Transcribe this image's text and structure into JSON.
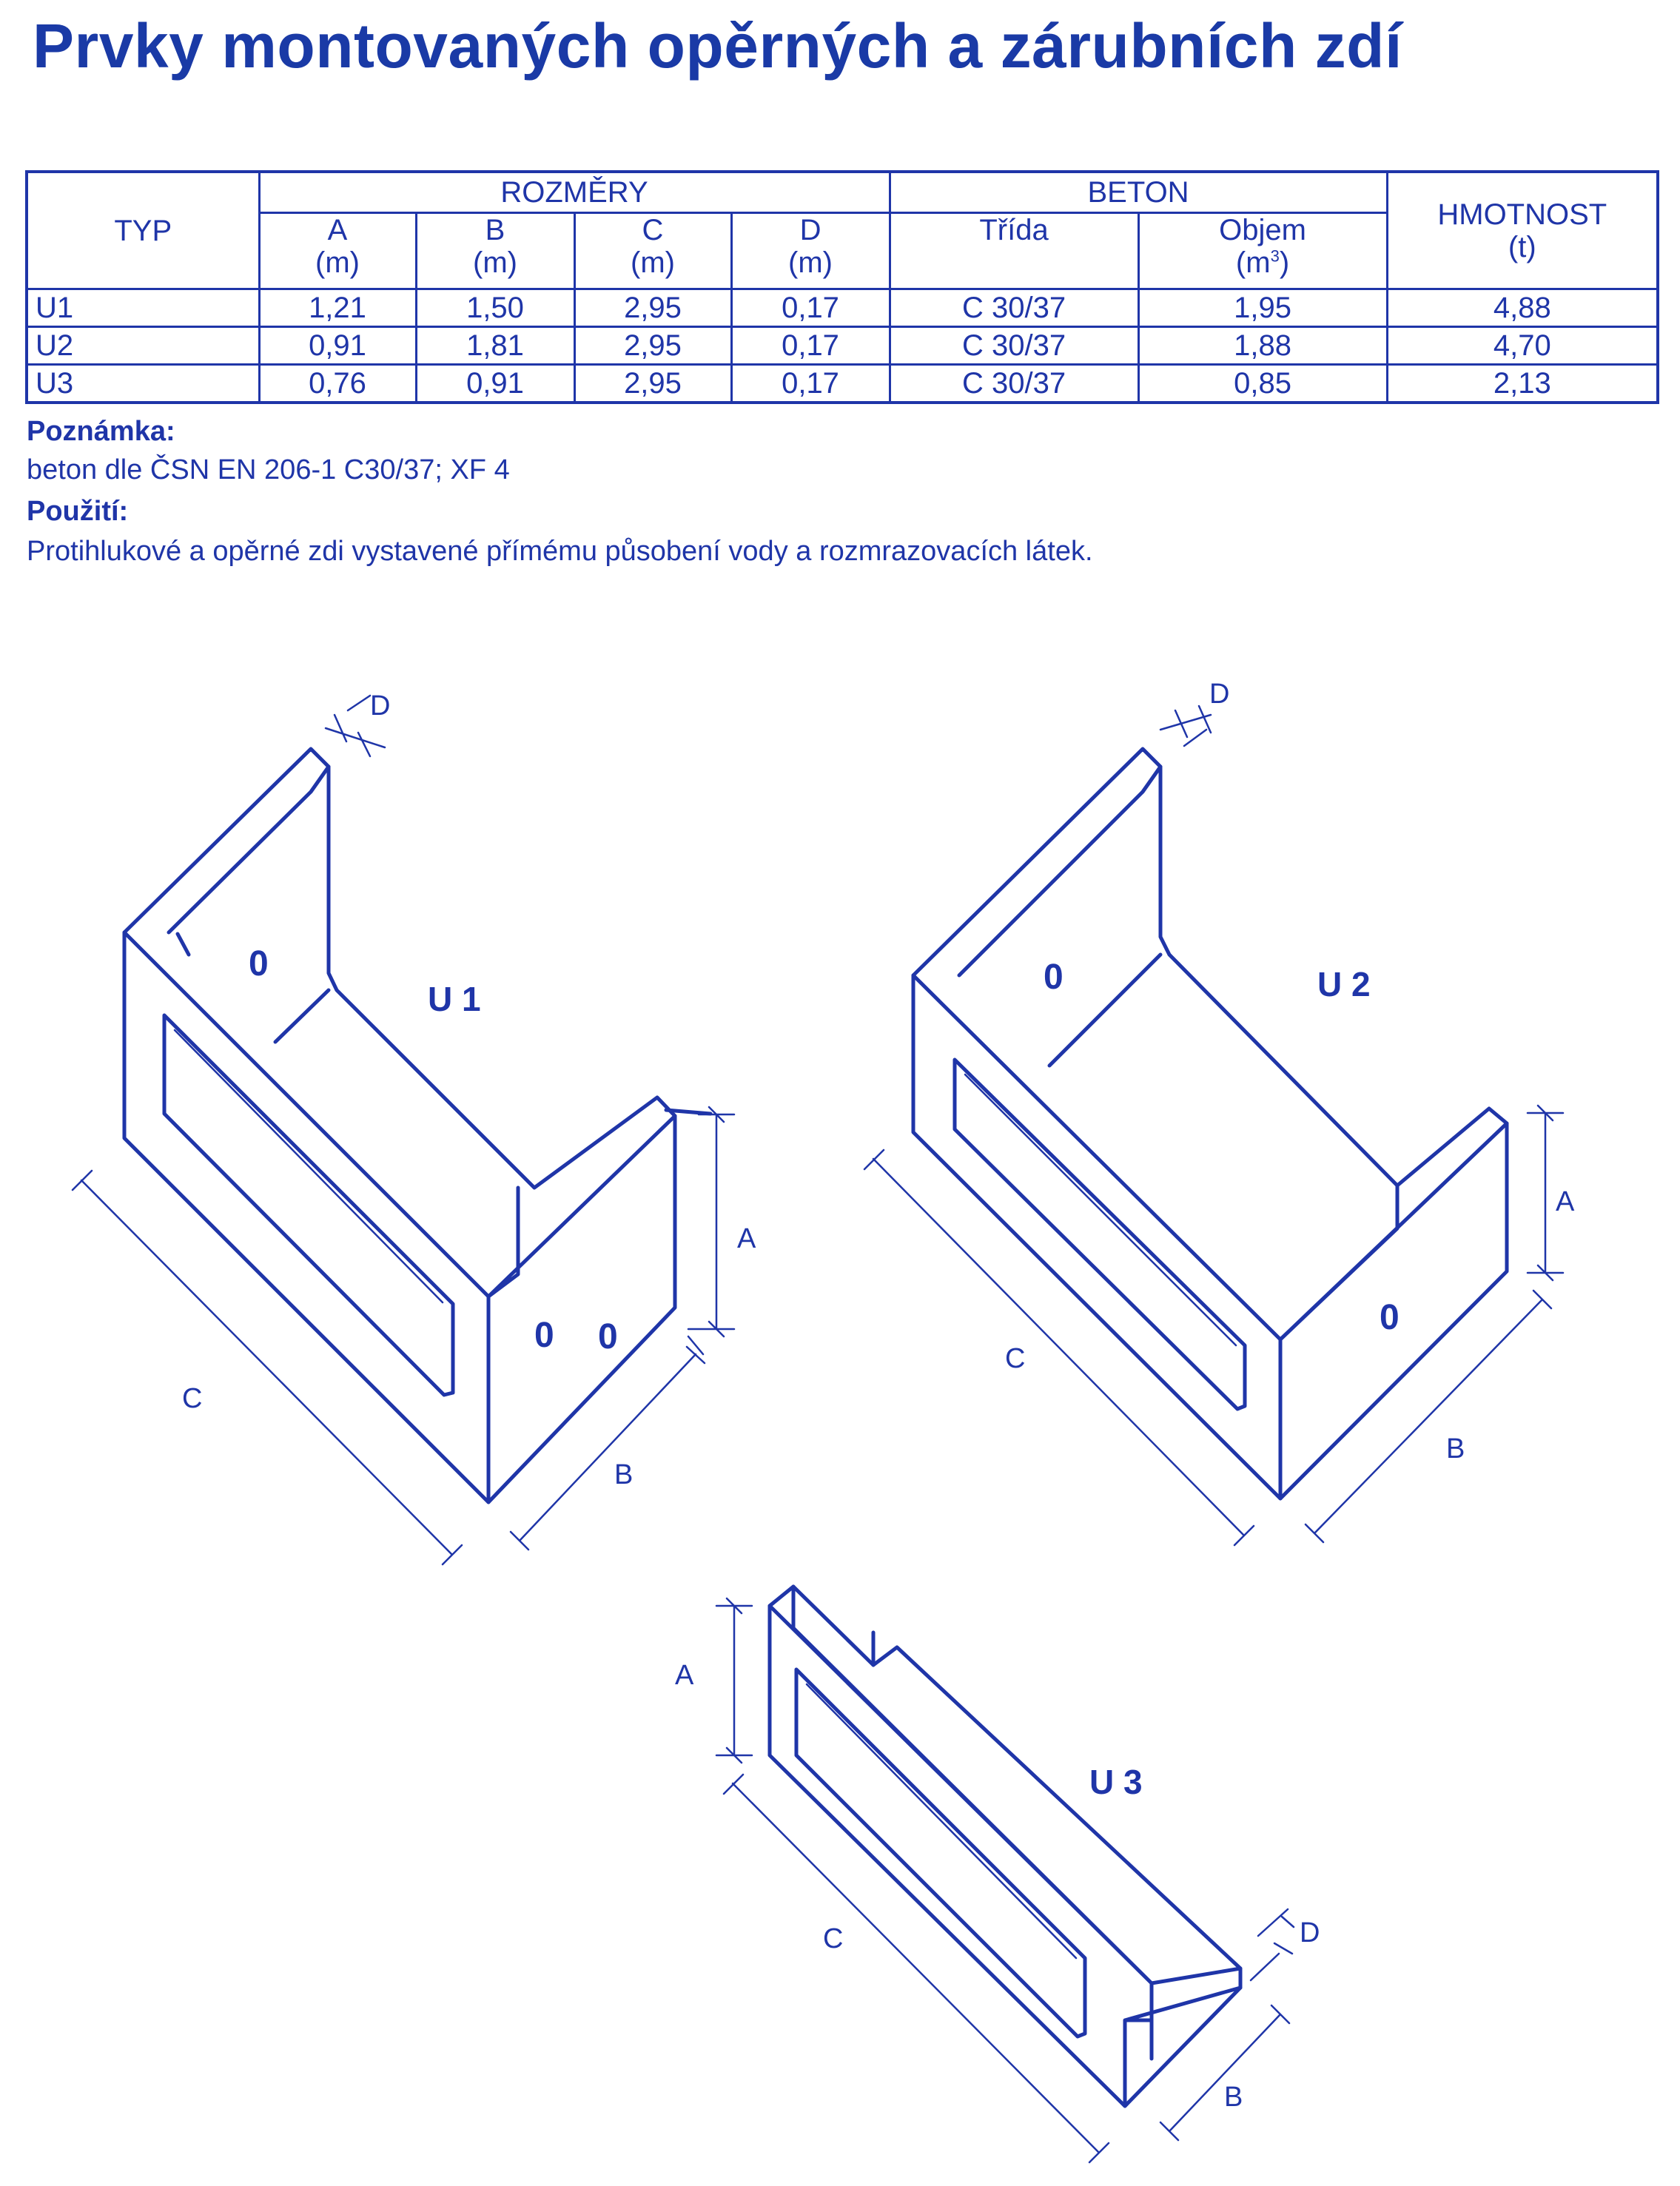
{
  "title": "Prvky montovaných opěrných a zárubních zdí",
  "table": {
    "typ_header": "TYP",
    "rozmery_header": "ROZMĚRY",
    "beton_header": "BETON",
    "hmotnost_header": "HMOTNOST",
    "hmotnost_unit": "(t)",
    "cols": [
      {
        "name": "A",
        "unit": "(m)"
      },
      {
        "name": "B",
        "unit": "(m)"
      },
      {
        "name": "C",
        "unit": "(m)"
      },
      {
        "name": "D",
        "unit": "(m)"
      }
    ],
    "trida_header": "Třída",
    "objem_header": "Objem",
    "objem_unit_base": "(m",
    "objem_unit_exp": "3",
    "objem_unit_close": ")",
    "rows": [
      {
        "typ": "U1",
        "a": "1,21",
        "b": "1,50",
        "c": "2,95",
        "d": "0,17",
        "trida": "C 30/37",
        "objem": "1,95",
        "hmotnost": "4,88"
      },
      {
        "typ": "U2",
        "a": "0,91",
        "b": "1,81",
        "c": "2,95",
        "d": "0,17",
        "trida": "C 30/37",
        "objem": "1,88",
        "hmotnost": "4,70"
      },
      {
        "typ": "U3",
        "a": "0,76",
        "b": "0,91",
        "c": "2,95",
        "d": "0,17",
        "trida": "C 30/37",
        "objem": "0,85",
        "hmotnost": "2,13"
      }
    ]
  },
  "note": {
    "heading": "Poznámka:",
    "text": "beton dle ČSN EN 206-1 C30/37; XF 4"
  },
  "usage": {
    "heading": "Použití:",
    "text": "Protihlukové a opěrné zdi vystavené přímému působení vody a rozmrazovacích látek."
  },
  "drawings": {
    "u1": {
      "label": "U 1",
      "dims": {
        "a": "A",
        "b": "B",
        "c": "C",
        "d": "D"
      },
      "holes": [
        "0",
        "0",
        "0"
      ]
    },
    "u2": {
      "label": "U 2",
      "dims": {
        "a": "A",
        "b": "B",
        "c": "C",
        "d": "D"
      },
      "holes": [
        "0",
        "0"
      ]
    },
    "u3": {
      "label": "U 3",
      "dims": {
        "a": "A",
        "b": "B",
        "c": "C",
        "d": "D"
      }
    }
  },
  "colors": {
    "ink": "#1f35a8",
    "title": "#1a3aa6",
    "background": "#ffffff"
  }
}
